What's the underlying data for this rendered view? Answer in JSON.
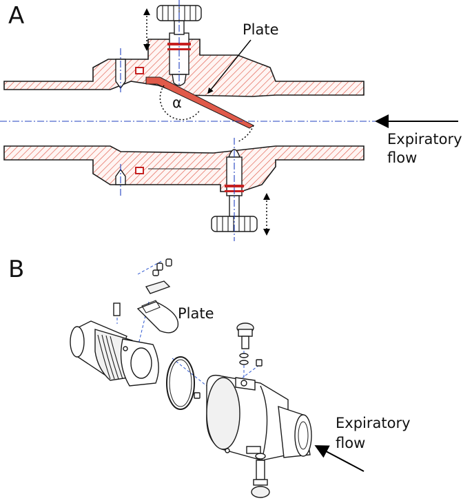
{
  "panel_a": {
    "letter": "A",
    "plate_label": "Plate",
    "angle_label": "α",
    "flow_label_line1": "Expiratory",
    "flow_label_line2": "flow"
  },
  "panel_b": {
    "letter": "B",
    "plate_label": "Plate",
    "flow_label_line1": "Expiratory",
    "flow_label_line2": "flow"
  },
  "colors": {
    "hatch": "#e05a4a",
    "centerline": "#1f3fbf",
    "outline": "#1a1a1a"
  }
}
